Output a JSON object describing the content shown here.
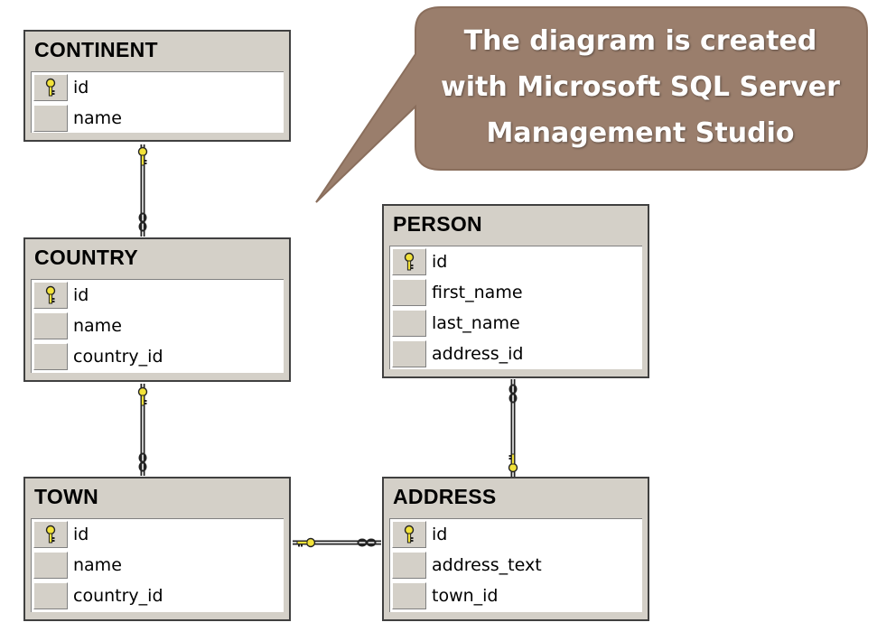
{
  "callout": {
    "lines": [
      "The diagram is created",
      "with Microsoft SQL Server",
      "Management Studio"
    ]
  },
  "tables": {
    "continent": {
      "title": "CONTINENT",
      "columns": [
        {
          "name": "id",
          "key": true
        },
        {
          "name": "name",
          "key": false
        }
      ]
    },
    "country": {
      "title": "COUNTRY",
      "columns": [
        {
          "name": "id",
          "key": true
        },
        {
          "name": "name",
          "key": false
        },
        {
          "name": "country_id",
          "key": false
        }
      ]
    },
    "town": {
      "title": "TOWN",
      "columns": [
        {
          "name": "id",
          "key": true
        },
        {
          "name": "name",
          "key": false
        },
        {
          "name": "country_id",
          "key": false
        }
      ]
    },
    "person": {
      "title": "PERSON",
      "columns": [
        {
          "name": "id",
          "key": true
        },
        {
          "name": "first_name",
          "key": false
        },
        {
          "name": "last_name",
          "key": false
        },
        {
          "name": "address_id",
          "key": false
        }
      ]
    },
    "address": {
      "title": "ADDRESS",
      "columns": [
        {
          "name": "id",
          "key": true
        },
        {
          "name": "address_text",
          "key": false
        },
        {
          "name": "town_id",
          "key": false
        }
      ]
    }
  },
  "colors": {
    "callout_fill": "#9a7e6c",
    "table_fill": "#d4d0c8",
    "key_yellow": "#f2e23a"
  }
}
